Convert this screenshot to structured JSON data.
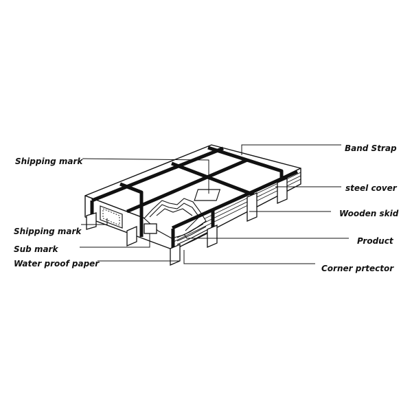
{
  "labels": {
    "band_strap": "Band Strap",
    "shipping_mark_top": "Shipping mark",
    "steel_cover": "steel cover",
    "wooden_skid": "Wooden skid",
    "shipping_mark_side": "Shipping mark",
    "product": "Product",
    "sub_mark": "Sub mark",
    "water_proof_paper": "Water proof paper",
    "corner_protector": "Corner prtector"
  },
  "colors": {
    "line": "#111111",
    "background": "#ffffff"
  }
}
